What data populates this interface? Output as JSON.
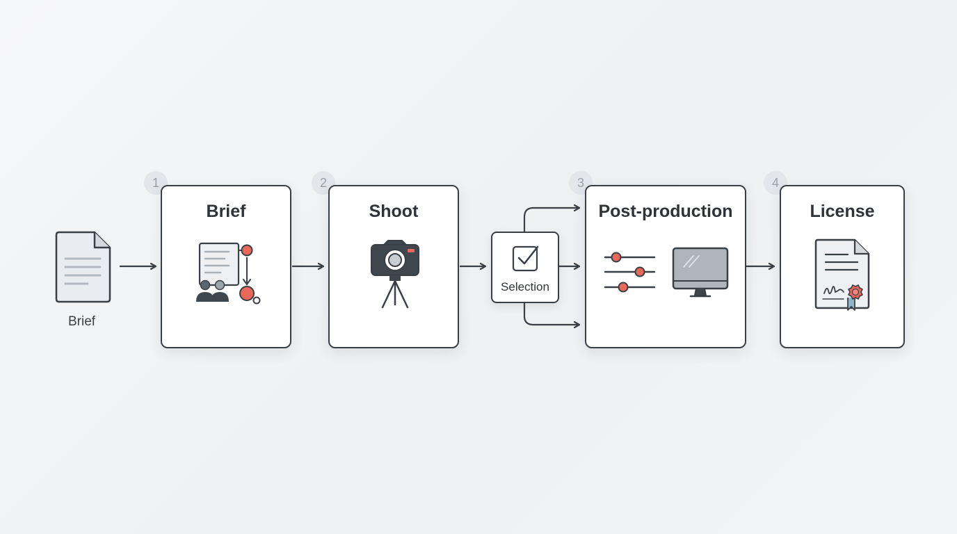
{
  "input_document": {
    "caption": "Brief",
    "icon": "document-icon"
  },
  "steps": [
    {
      "number": "1",
      "title": "Brief",
      "icon": "brief-planning-icon"
    },
    {
      "number": "2",
      "title": "Shoot",
      "icon": "camera-tripod-icon"
    },
    {
      "number": "3",
      "title": "Post-production",
      "icon": "sliders-monitor-icon"
    },
    {
      "number": "4",
      "title": "License",
      "icon": "certificate-icon"
    }
  ],
  "selection": {
    "label": "Selection",
    "icon": "checkbox-icon"
  },
  "colors": {
    "stroke": "#3a3f45",
    "accent": "#e8685a",
    "badge_bg": "#e3e6ea",
    "badge_text": "#9aa1a8"
  }
}
